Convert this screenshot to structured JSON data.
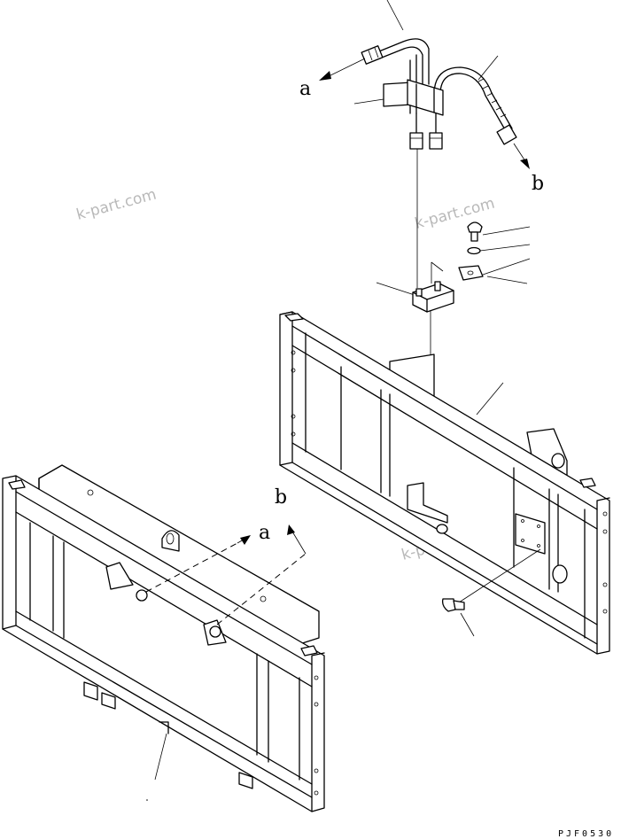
{
  "figure": {
    "code": "PJF0530",
    "callouts": {
      "a_top": "a",
      "b_top": "b",
      "a_bottom": "a",
      "b_bottom": "b"
    },
    "watermark": "k-part.com"
  }
}
